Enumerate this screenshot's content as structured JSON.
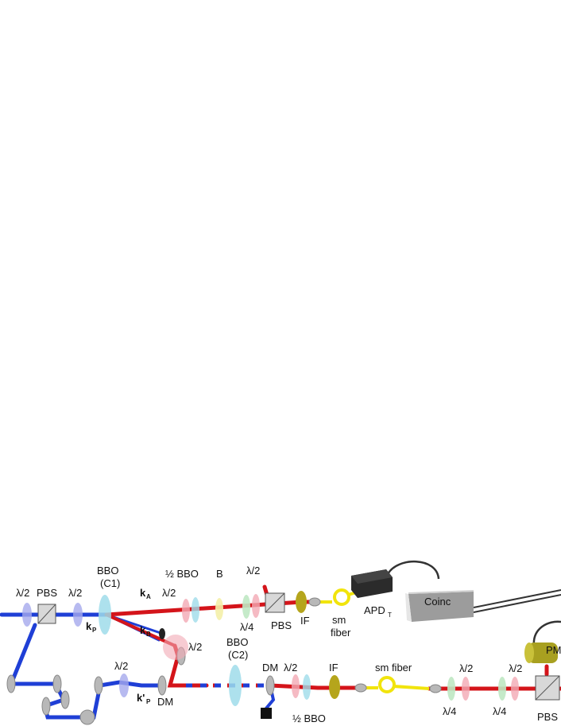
{
  "colors": {
    "pump_beam": "#1f3fd6",
    "photon_beam": "#d4141a",
    "fiber": "#f1e40c",
    "waveplate_half": "#f2a9b4",
    "waveplate_quarter": "#bfe8c3",
    "bbo_crystal": "#9fdcea",
    "pbs_cube": "#d8d8d8",
    "detector": "#2b2b2b",
    "filter": "#b5a51c",
    "lens_pump": "#a5a9ec"
  },
  "labels": {
    "hwp_1": "λ/2",
    "pbs_in": "PBS",
    "hwp_2": "λ/2",
    "bbo_c1_name": "BBO",
    "bbo_c1_tag": "(C1)",
    "kP": "k",
    "kP_sub": "P",
    "kA": "k",
    "kA_sub": "A",
    "kB": "k",
    "kB_sub": "B",
    "hwp_a": "λ/2",
    "half_bbo_top": "½ BBO",
    "b_plate": "B",
    "hwp_top": "λ/2",
    "qwp_top": "λ/4",
    "pbs_top": "PBS",
    "if_top": "IF",
    "sm_fiber_top_1": "sm",
    "sm_fiber_top_2": "fiber",
    "apd_t": "APD",
    "apd_t_sub": "T",
    "coinc": "Coinc",
    "hwp_b": "λ/2",
    "hwp_lower_left": "λ/2",
    "kP2": "k'",
    "kP2_sub": "P",
    "dm_left": "DM",
    "bbo_c2_name": "BBO",
    "bbo_c2_tag": "(C2)",
    "dm_right": "DM",
    "hwp_bottom": "λ/2",
    "if_bottom": "IF",
    "half_bbo_bottom": "½ BBO",
    "sm_fiber_bottom": "sm fiber",
    "qwp_b1": "λ/4",
    "hwp_b1": "λ/2",
    "qwp_b2": "λ/4",
    "hwp_b2": "λ/2",
    "pbs_bottom": "PBS",
    "pm_cut": "PM"
  }
}
